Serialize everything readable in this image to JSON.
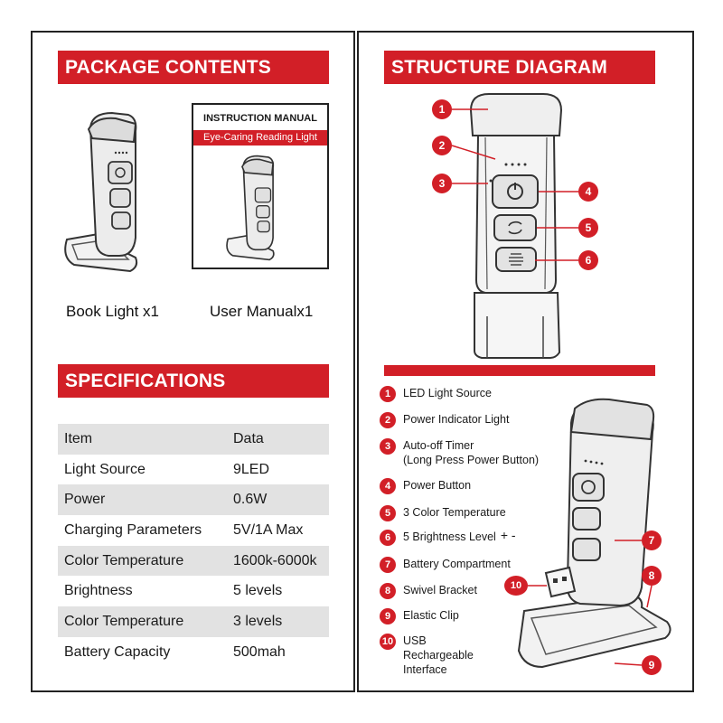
{
  "colors": {
    "accent": "#d21f27",
    "row_shade": "#e2e2e2",
    "border": "#222222"
  },
  "package": {
    "title": "PACKAGE CONTENTS",
    "manual_title": "INSTRUCTION MANUAL",
    "manual_subtitle": "Eye-Caring Reading Light",
    "item1": "Book Light x1",
    "item2": "User Manualx1"
  },
  "specs": {
    "title": "SPECIFICATIONS",
    "rows": [
      {
        "item": "Item",
        "data": "Data"
      },
      {
        "item": "Light Source",
        "data": "9LED"
      },
      {
        "item": "Power",
        "data": "0.6W"
      },
      {
        "item": "Charging Parameters",
        "data": "5V/1A Max"
      },
      {
        "item": "Color Temperature",
        "data": "1600k-6000k"
      },
      {
        "item": "Brightness",
        "data": "5 levels"
      },
      {
        "item": "Color Temperature",
        "data": "3 levels"
      },
      {
        "item": "Battery Capacity",
        "data": "500mah"
      }
    ]
  },
  "structure": {
    "title": "STRUCTURE DIAGRAM",
    "legend": [
      {
        "num": "1",
        "line1": "LED Light Source"
      },
      {
        "num": "2",
        "line1": "Power Indicator Light"
      },
      {
        "num": "3",
        "line1": "Auto-off Timer",
        "line2": "(Long Press Power Button)"
      },
      {
        "num": "4",
        "line1": "Power Button"
      },
      {
        "num": "5",
        "line1": "3 Color Temperature"
      },
      {
        "num": "6",
        "line1": "5 Brightness Level",
        "suffix": "+ -"
      },
      {
        "num": "7",
        "line1": "Battery Compartment"
      },
      {
        "num": "8",
        "line1": "Swivel Bracket"
      },
      {
        "num": "9",
        "line1": "Elastic Clip"
      },
      {
        "num": "10",
        "line1": "USB",
        "line2": "Rechargeable",
        "line3": "Interface"
      }
    ],
    "callouts_top": [
      "1",
      "2",
      "3",
      "4",
      "5",
      "6"
    ],
    "callouts_bottom": [
      "7",
      "8",
      "9",
      "10"
    ]
  }
}
